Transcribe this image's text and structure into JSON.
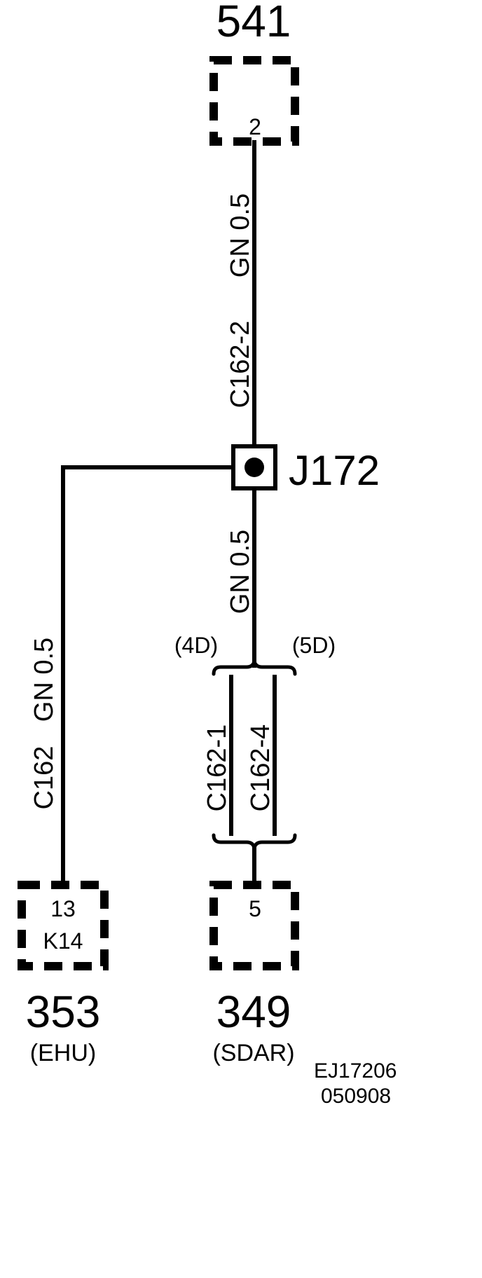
{
  "components": {
    "top": {
      "number": "541",
      "pin": "2"
    },
    "left": {
      "number": "353",
      "name": "(EHU)",
      "pin": "13",
      "connector": "K14"
    },
    "right": {
      "number": "349",
      "name": "(SDAR)",
      "pin": "5"
    }
  },
  "splice": {
    "label": "J172"
  },
  "wires": {
    "top_segment": {
      "spec": "GN 0.5",
      "circuit": "C162-2"
    },
    "middle_segment": {
      "spec": "GN 0.5"
    },
    "left_branch": {
      "spec": "GN 0.5",
      "circuit": "C162"
    },
    "option_1": {
      "variant": "(4D)",
      "circuit": "C162-1"
    },
    "option_2": {
      "variant": "(5D)",
      "circuit": "C162-4"
    }
  },
  "reference": {
    "code": "EJ17206",
    "date": "050908"
  }
}
